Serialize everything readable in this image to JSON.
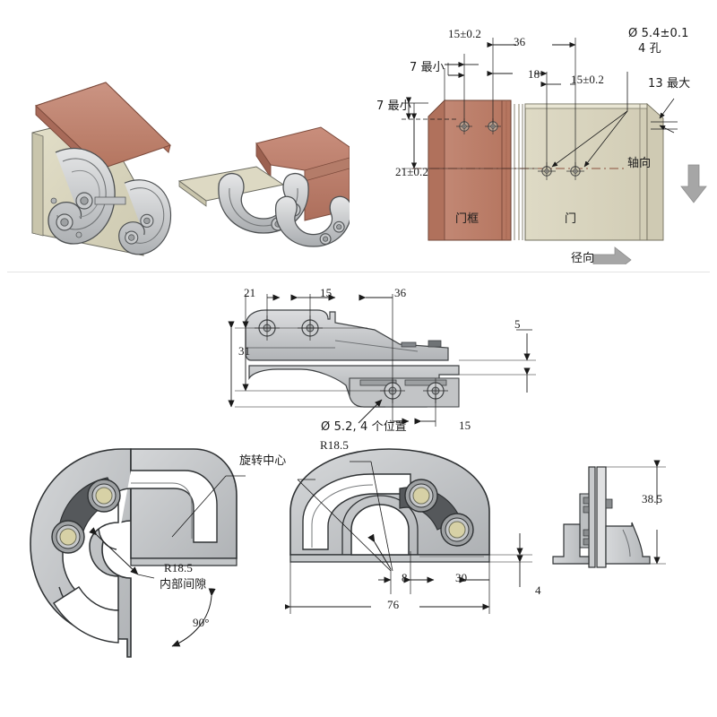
{
  "drawing": {
    "title": "Concealed hinge technical drawing",
    "background": "#ffffff",
    "divider_color": "#e3e3e3",
    "colors": {
      "frame_terracotta": "#c0806f",
      "frame_terracotta_dark": "#a86a59",
      "door_beige": "#dcd8c2",
      "door_beige_dark": "#c8c4ab",
      "metal_light": "#d9dadb",
      "metal_mid": "#b9bbbd",
      "metal_dark": "#8e9194",
      "metal_darkest": "#5b5e61",
      "pin_brass": "#d7d1a6",
      "line": "#1a1a1a",
      "arrow_gray": "#a0a0a0"
    }
  },
  "view_iso_left": {
    "name": "Isometric view - hinge mounted, door closed"
  },
  "view_iso_right": {
    "name": "Isometric view - hinge open"
  },
  "view_mounting": {
    "name": "Mounting hole pattern on frame and door",
    "dimensions": {
      "d_15_top": "15±0.2",
      "d_36": "36",
      "d_hole_spec_1": "Ø 5.4±0.1",
      "d_hole_spec_2": "4 孔",
      "d_7_min_a": "7 最小",
      "d_18": "18",
      "d_15_right": "15±0.2",
      "d_13_max": "13 最大",
      "d_7_min_b": "7 最小",
      "d_21": "21±0.2"
    },
    "part_labels": {
      "frame": "门框",
      "door": "门"
    },
    "direction_labels": {
      "axial": "轴向",
      "radial": "径向"
    }
  },
  "view_profile": {
    "name": "Hinge side profile with mounting dimensions",
    "dimensions": {
      "d_21": "21",
      "d_15_top": "15",
      "d_36": "36",
      "d_5": "5",
      "d_31": "31",
      "d_15_bottom": "15",
      "d_hole_note": "Ø 5.2, 4 个位置"
    }
  },
  "view_section_left": {
    "name": "Cross-section of hinge cup - closed position",
    "labels": {
      "rotation_center": "旋转中心",
      "radius": "R18.5",
      "clearance": "内部间隙",
      "angle": "90°"
    }
  },
  "view_section_right": {
    "name": "Cross-section of hinge cup - mirrored",
    "labels": {
      "radius": "R18.5"
    },
    "dimensions": {
      "d_8": "8",
      "d_30": "30",
      "d_76": "76",
      "d_4": "4"
    }
  },
  "view_end": {
    "name": "End elevation view of hinge",
    "dimensions": {
      "d_38_5": "38.5"
    }
  }
}
